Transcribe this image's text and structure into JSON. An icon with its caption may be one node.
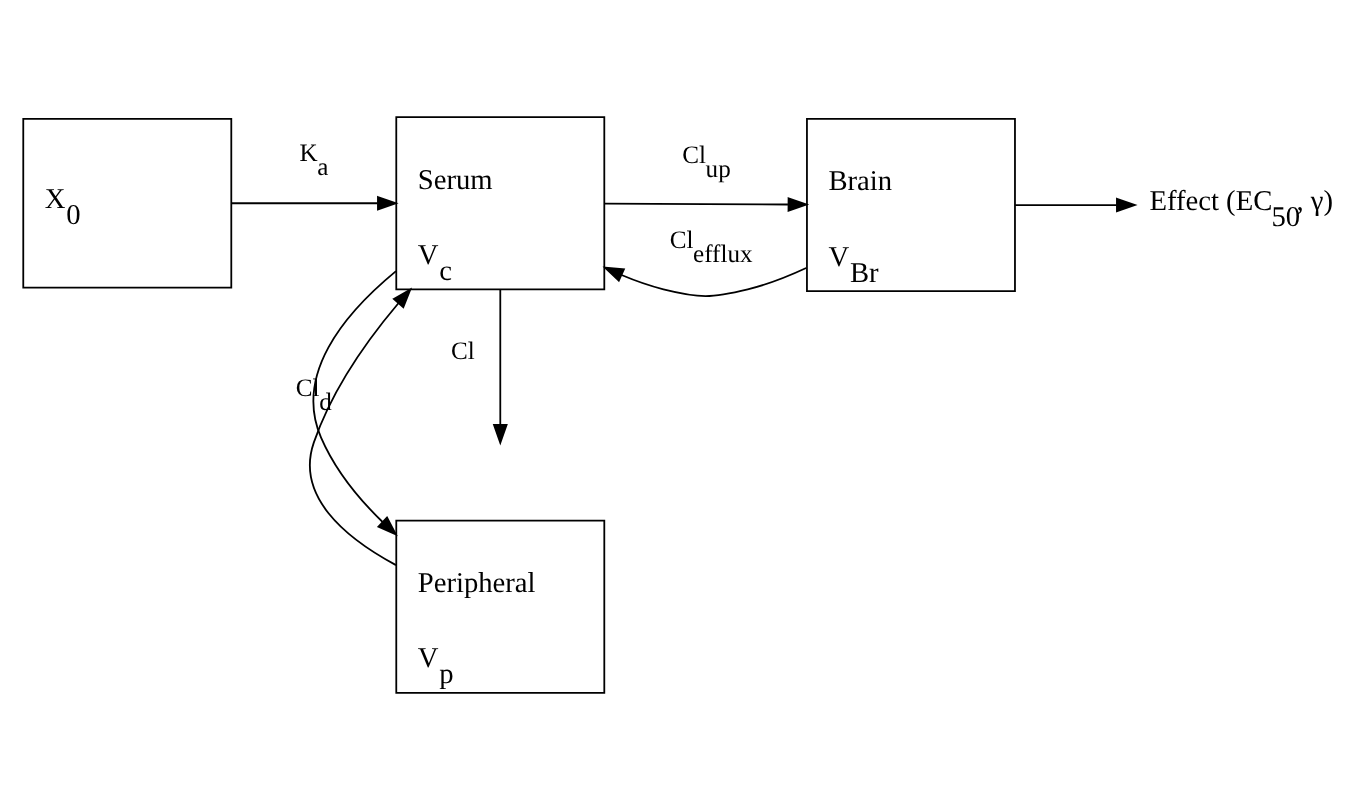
{
  "diagram": {
    "nodes": [
      {
        "text": [
          "Peripheral",
          "V$_{p}$"
        ]
      },
      {
        "text": [
          "X$_{0}$"
        ]
      },
      {
        "text": [
          "Serum",
          "V$_{c}$"
        ]
      },
      {
        "text": [
          "Brain",
          "V$_{Br}$"
        ]
      },
      {
        "text": [
          "Effect (EC$_{50}$, γ)"
        ]
      }
    ],
    "edges": [
      {
        "from": 2,
        "to": 0,
        "arrow": "to",
        "label": "Cl$_{d}$"
      },
      {
        "from": 0,
        "to": 2,
        "arrow": "to"
      },
      {
        "from": 1,
        "to": 2,
        "arrow": "to",
        "label": "K$_{a}$"
      },
      {
        "from": 2,
        "to": 3,
        "arrow": "to",
        "label": "Cl$_{up}$"
      },
      {
        "from": 3,
        "to": 2,
        "arrow": "to",
        "label": "Cl$_{efflux}$"
      },
      {
        "from": 3,
        "to": 4,
        "arrow": "to"
      },
      {
        "from": 2,
        "to": null,
        "arrow": "to",
        "label": "Cl"
      }
    ]
  }
}
